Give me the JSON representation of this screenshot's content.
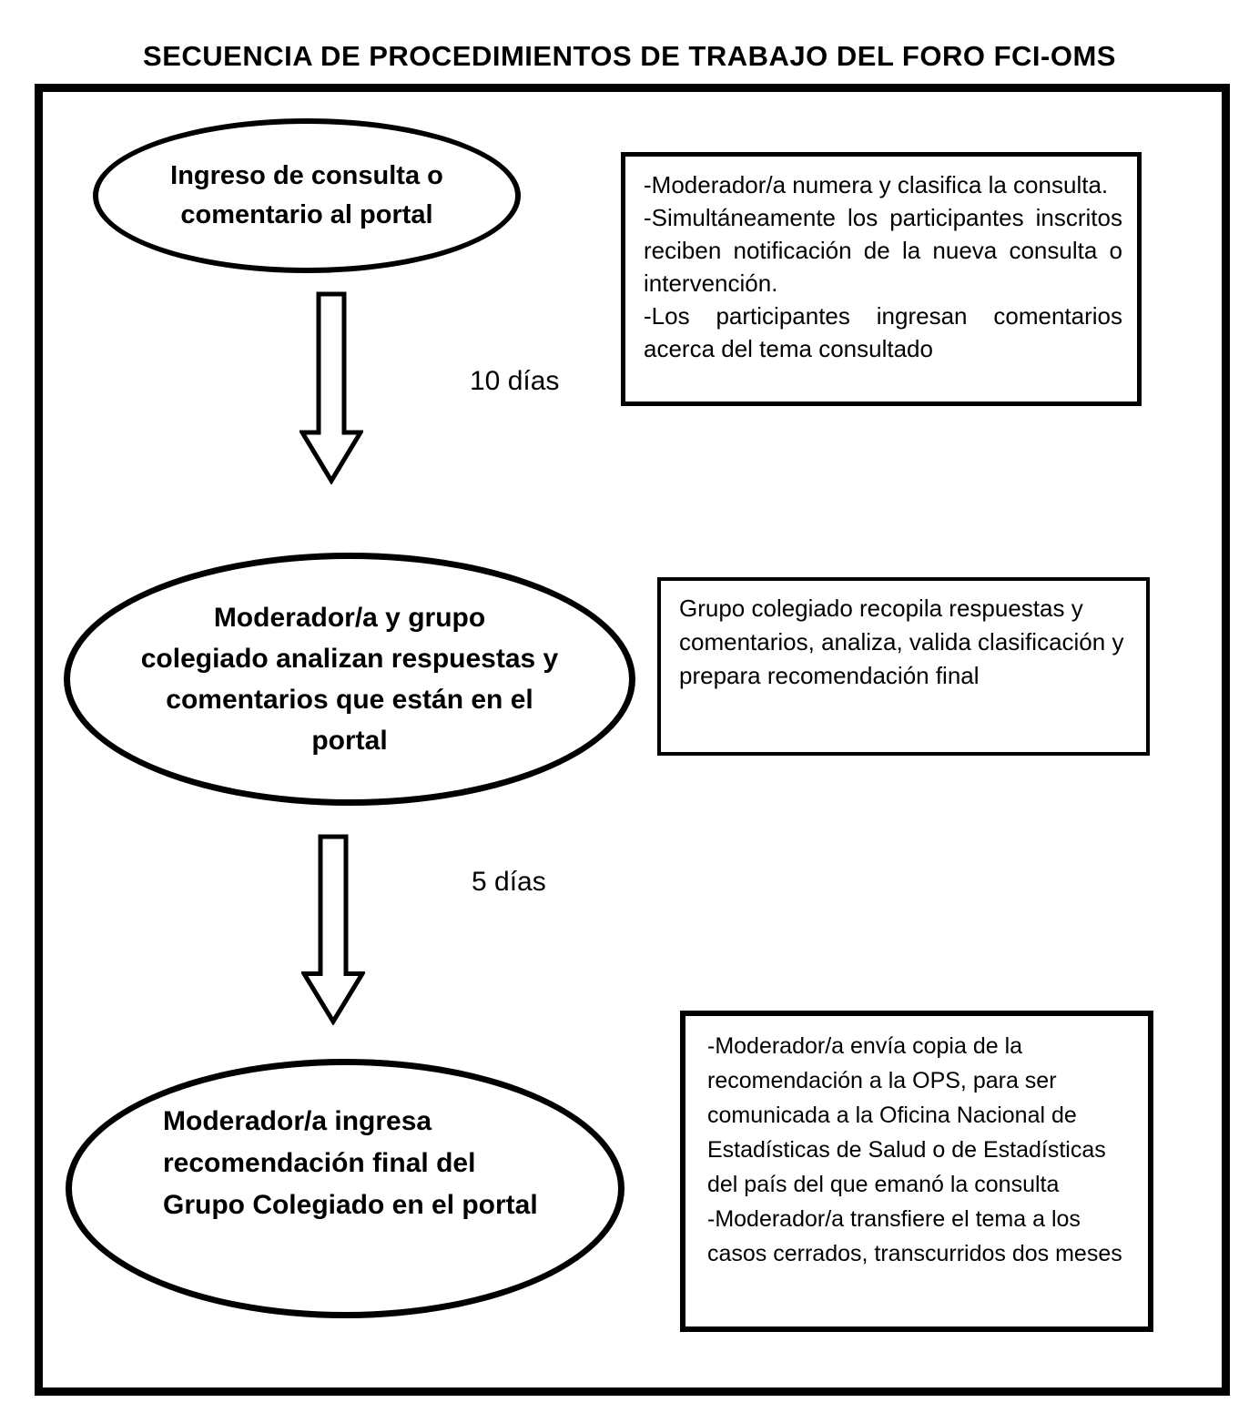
{
  "title": "SECUENCIA DE PROCEDIMIENTOS DE TRABAJO DEL FORO FCI-OMS",
  "colors": {
    "ink": "#000000",
    "paper": "#ffffff"
  },
  "steps": {
    "step1": {
      "ellipse_lines": [
        "Ingreso de consulta o",
        "comentario al portal"
      ],
      "note_paragraphs": [
        "-Moderador/a numera y clasifica la consulta.",
        "-Simultáneamente los participantes inscritos reciben notificación de la nueva consulta o intervención.",
        "-Los participantes ingresan comentarios acerca del tema consultado"
      ]
    },
    "arrow1_label": "10 días",
    "step2": {
      "ellipse_lines": [
        "Moderador/a y grupo",
        "colegiado analizan respuestas y",
        "comentarios que están en el",
        "portal"
      ],
      "note_paragraphs": [
        "Grupo colegiado recopila respuestas y comentarios, analiza, valida clasificación y prepara recomendación final"
      ]
    },
    "arrow2_label": "5 días",
    "step3": {
      "ellipse_lines": [
        "Moderador/a ingresa",
        "recomendación final del",
        "Grupo Colegiado en el portal"
      ],
      "note_paragraphs": [
        "-Moderador/a envía copia de la recomendación a la OPS, para ser comunicada a la Oficina Nacional de Estadísticas de Salud o de Estadísticas del país del que emanó la consulta",
        "-Moderador/a transfiere el tema a los casos cerrados, transcurridos dos meses"
      ]
    }
  }
}
